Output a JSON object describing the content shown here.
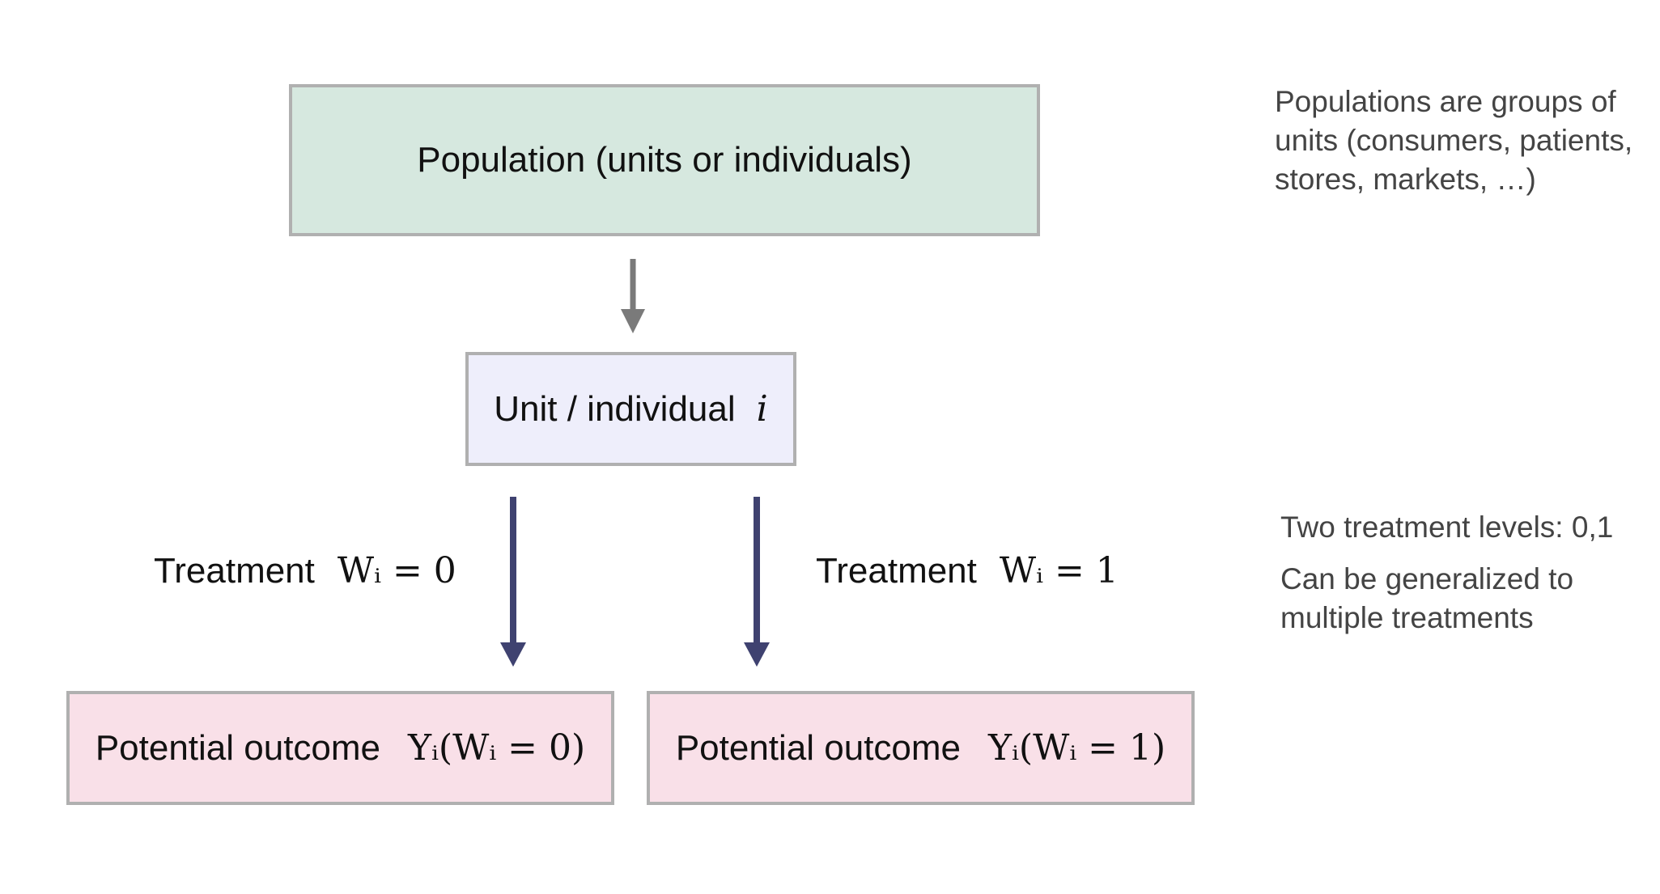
{
  "boxes": {
    "population": "Population (units or individuals)",
    "unit": {
      "text": "Unit / individual",
      "symbol": "i"
    },
    "outcome0": {
      "text": "Potential outcome",
      "math": "Yᵢ(Wᵢ = 0)"
    },
    "outcome1": {
      "text": "Potential outcome",
      "math": "Yᵢ(Wᵢ = 1)"
    }
  },
  "treatments": {
    "t0": {
      "text": "Treatment",
      "math": "Wᵢ = 0"
    },
    "t1": {
      "text": "Treatment",
      "math": "Wᵢ = 1"
    }
  },
  "notes": {
    "populations": "Populations are groups of units (consumers, patients, stores, markets, …)",
    "levels": "Two treatment levels:  0,1",
    "generalize": "Can be generalized to multiple treatments"
  },
  "colors": {
    "population_fill": "#d6e8df",
    "unit_fill": "#eeeefb",
    "outcome_fill": "#f9e0e8",
    "box_border": "#b0b0b0",
    "arrow_gray": "#7a7a7a",
    "arrow_navy": "#3f4270",
    "note_text": "#444444"
  }
}
